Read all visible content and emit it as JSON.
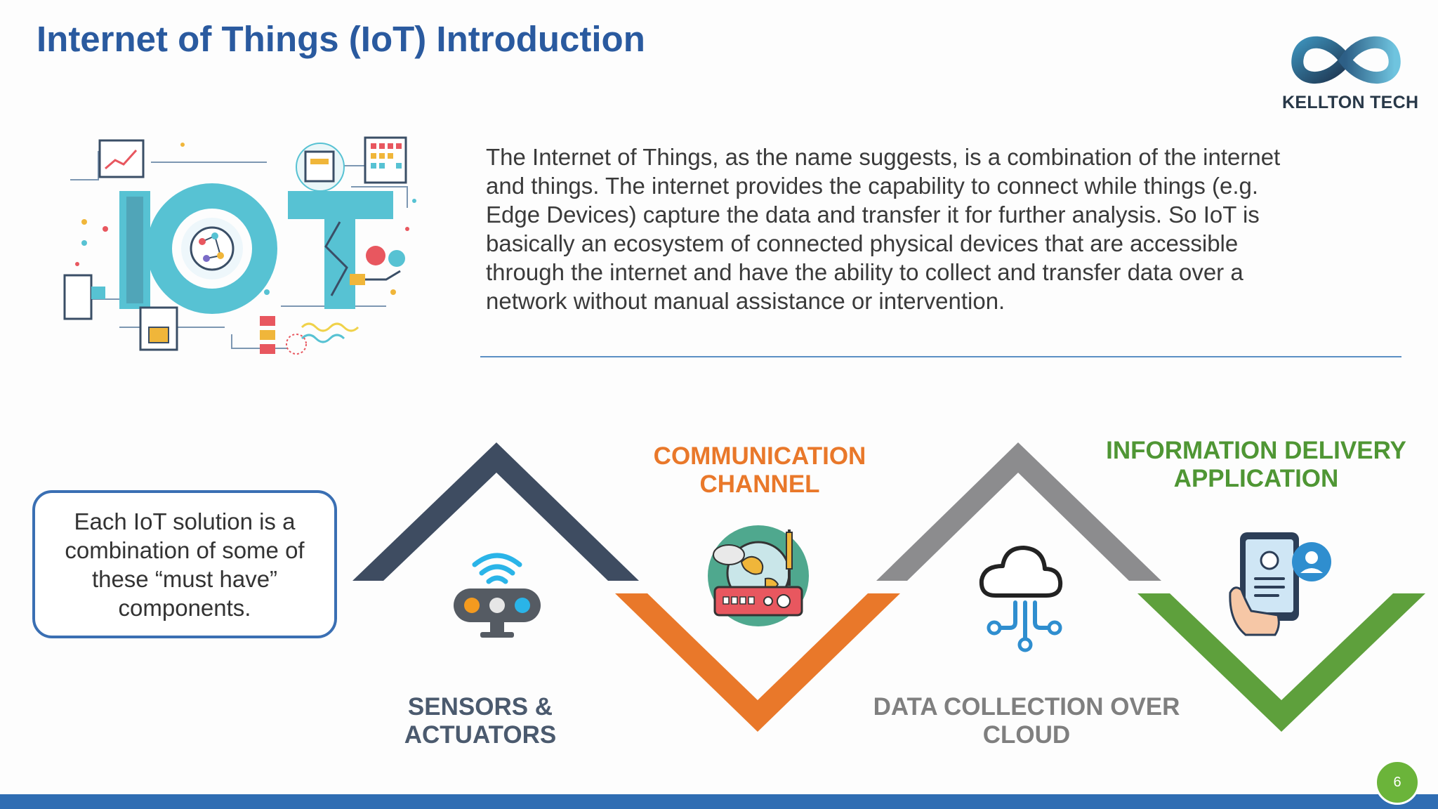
{
  "slide": {
    "title": "Internet of Things (IoT) Introduction",
    "intro_text": "The Internet of Things, as the name suggests, is a combination of the internet and things. The internet provides the capability to connect while things (e.g. Edge Devices) capture the data and transfer it for further analysis. So IoT is basically an ecosystem of  connected physical devices that are accessible through the internet and have the ability to collect and transfer data over a network without manual assistance or intervention.",
    "callout_text": "Each IoT solution is a combination of some of these “must have” components.",
    "page_number": "6"
  },
  "logo": {
    "text": "KELLTON TECH",
    "icon": "infinity-logo-icon"
  },
  "illustration": {
    "icon": "iot-illustration-icon",
    "letters": "IoT"
  },
  "components": [
    {
      "label": "SENSORS & ACTUATORS",
      "icon": "sensor-device-icon",
      "color": "#3e4c61"
    },
    {
      "label": "COMMUNICATION CHANNEL",
      "icon": "router-globe-icon",
      "color": "#e9782a"
    },
    {
      "label": "DATA COLLECTION OVER CLOUD",
      "icon": "cloud-network-icon",
      "color": "#8c8c8e"
    },
    {
      "label": "INFORMATION DELIVERY APPLICATION",
      "icon": "mobile-app-user-icon",
      "color": "#5ea03c"
    }
  ],
  "colors": {
    "title": "#2a5a9f",
    "footer": "#2f6db3",
    "page_badge": "#6bb43a"
  }
}
